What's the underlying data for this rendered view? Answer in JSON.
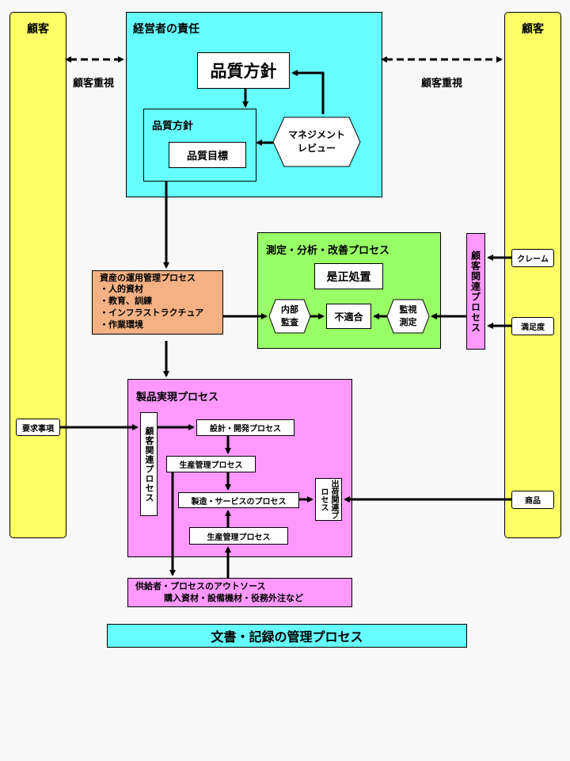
{
  "customer_left": "顧客",
  "customer_right": "顧客",
  "customer_focus_left": "顧客重視",
  "customer_focus_right": "顧客重視",
  "management": {
    "title": "経営者の責任",
    "policy_top": "品質方針",
    "policy_box_title": "品質方針",
    "objectives": "品質目標",
    "review_line1": "マネジメント",
    "review_line2": "レビュー"
  },
  "resource": {
    "title": "資産の運用管理プロセス",
    "items": [
      "・人的資材",
      "・教育、訓練",
      "・インフラストラクチュア",
      "・作業環境"
    ]
  },
  "measurement": {
    "title": "測定・分析・改善プロセス",
    "corrective": "是正処置",
    "audit_line1": "内部",
    "audit_line2": "監査",
    "nonconformity": "不適合",
    "monitor_line1": "監視",
    "monitor_line2": "測定"
  },
  "customer_related_right": "顧客関連プロセス",
  "complaint": "クレーム",
  "satisfaction": "満足度",
  "requirements": "要求事項",
  "goods": "商品",
  "realization": {
    "title": "製品実現プロセス",
    "customer_related": "顧客関連プロセス",
    "design": "設計・開発プロセス",
    "production_mgmt_1": "生産管理プロセス",
    "manufacturing": "製造・サービスのプロセス",
    "production_mgmt_2": "生産管理プロセス",
    "shipping": "出荷関連プロセス"
  },
  "supplier": {
    "line1": "供給者・プロセスのアウトソース",
    "line2": "購入資材・設備機材・役務外注など"
  },
  "document": "文書・記録の管理プロセス",
  "colors": {
    "yellow": "#ffff66",
    "cyan": "#66ffff",
    "green": "#99ff66",
    "orange": "#f4b183",
    "pink": "#ff99ff",
    "white": "#ffffff"
  }
}
